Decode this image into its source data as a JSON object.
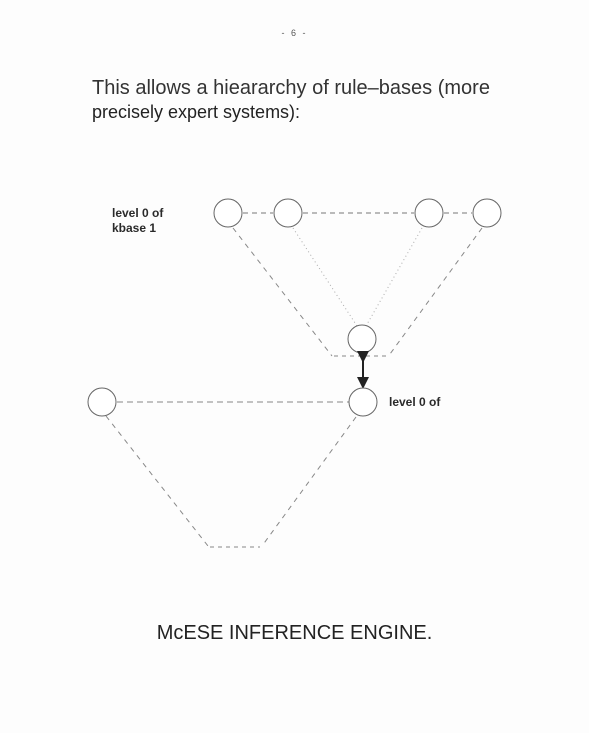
{
  "page": {
    "number": "- 6 -"
  },
  "intro": {
    "line1": "This allows a hieararchy of rule–bases (more",
    "line2": "precisely expert systems):"
  },
  "diagram": {
    "label_top": [
      "level 0 of",
      "kbase 1"
    ],
    "label_bottom": "level 0 of"
  },
  "footer": {
    "title": "McESE INFERENCE ENGINE."
  }
}
